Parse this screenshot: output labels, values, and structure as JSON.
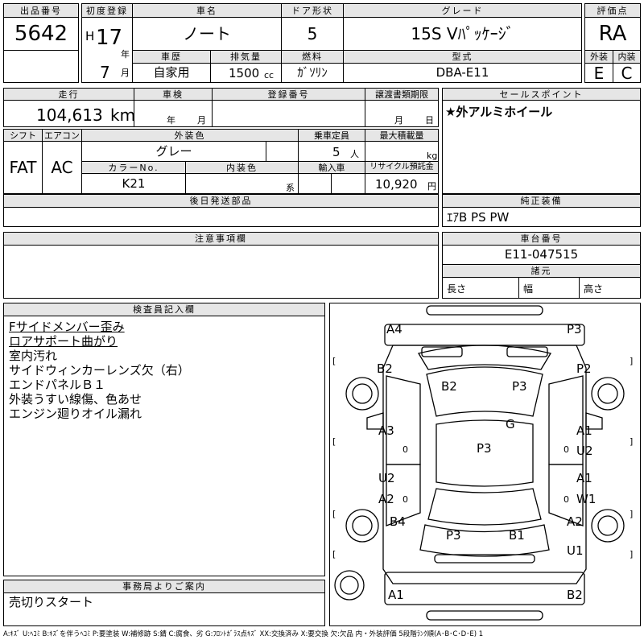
{
  "header": {
    "lot_label": "出品番号",
    "lot_value": "5642",
    "reg_label": "初度登録",
    "era": "H",
    "year": "17",
    "year_unit": "年",
    "month": "7",
    "month_unit": "月",
    "car_name_label": "車名",
    "car_name": "ノート",
    "door_label": "ドア形状",
    "door_value": "5",
    "grade_label": "グレード",
    "grade_value": "15S Vﾊﾟｯｹｰｼﾞ",
    "score_label": "評価点",
    "score_value": "RA",
    "history_label": "車歴",
    "history_value": "自家用",
    "displacement_label": "排気量",
    "displacement_value": "1500",
    "displacement_unit": "cc",
    "fuel_label": "燃料",
    "fuel_value": "ｶﾞｿﾘﾝ",
    "model_label": "型式",
    "model_value": "DBA-E11",
    "exterior_label": "外装",
    "exterior_value": "E",
    "interior_label": "内装",
    "interior_value": "C"
  },
  "row2": {
    "mileage_label": "走行",
    "mileage_value": "104,613",
    "mileage_unit": "km",
    "inspection_label": "車検",
    "inspection_year": "年",
    "inspection_month": "月",
    "regno_label": "登録番号",
    "transfer_label": "譲渡書類期限",
    "transfer_month": "月",
    "transfer_day": "日",
    "sales_label": "セールスポイント",
    "sales_value": "★外アルミホイール"
  },
  "row3": {
    "shift_label": "シフト",
    "shift_value": "FAT",
    "ac_label": "エアコン",
    "ac_value": "AC",
    "color_label": "外装色",
    "color_value": "グレー",
    "capacity_label": "乗車定員",
    "capacity_value": "5",
    "capacity_unit": "人",
    "load_label": "最大積載量",
    "load_unit": "kg",
    "colorno_label": "カラーNo.",
    "colorno_value": "K21",
    "intcolor_label": "内装色",
    "intcolor_unit": "系",
    "import_label": "輸入車",
    "recycle_label": "リサイクル預託金",
    "recycle_value": "10,920",
    "recycle_unit": "円"
  },
  "parts": {
    "later_label": "後日発送部品",
    "equip_label": "純正装備",
    "equip_value": "ｴｱB PS PW"
  },
  "caution": {
    "label": "注意事項欄"
  },
  "chassis": {
    "label": "車台番号",
    "value": "E11-047515",
    "spec_label": "諸元",
    "length": "長さ",
    "width": "幅",
    "height": "高さ"
  },
  "inspector": {
    "label": "検査員記入欄",
    "lines": [
      "Fサイドメンバー歪み",
      "ロアサポート曲がり",
      "室内汚れ",
      "サイドウィンカーレンズ欠（右）",
      "エンドパネルＢ１",
      "外装うすい線傷、色あせ",
      "エンジン廻りオイル漏れ"
    ]
  },
  "office": {
    "label": "事務局よりご案内",
    "value": "売切りスタート"
  },
  "diagram": {
    "marks": [
      "A4",
      "P3",
      "B2",
      "P2",
      "B2",
      "P3",
      "G",
      "A3",
      "A1",
      "U2",
      "P3",
      "U2",
      "A1",
      "A2",
      "W1",
      "B4",
      "A2",
      "P3",
      "B1",
      "U1",
      "A1",
      "B2"
    ],
    "brackets": [
      "[",
      "]",
      "[",
      "]",
      "[",
      "]",
      "[",
      "]"
    ],
    "zeros": [
      "0",
      "0",
      "0",
      "0"
    ]
  },
  "legend": "A:ｷｽﾞ U:ﾍｺﾐ B:ｷｽﾞを伴うﾍｺﾐ P:要塗装 W:補修跡 S:錆 C:腐食、劣 G:ﾌﾛﾝﾄｶﾞﾗｽ点ｷｽﾞ XX:交換済み X:要交換 欠:欠品 内・外装評価 5段階ﾗﾝｸ順(A･B･C･D･E) 1"
}
